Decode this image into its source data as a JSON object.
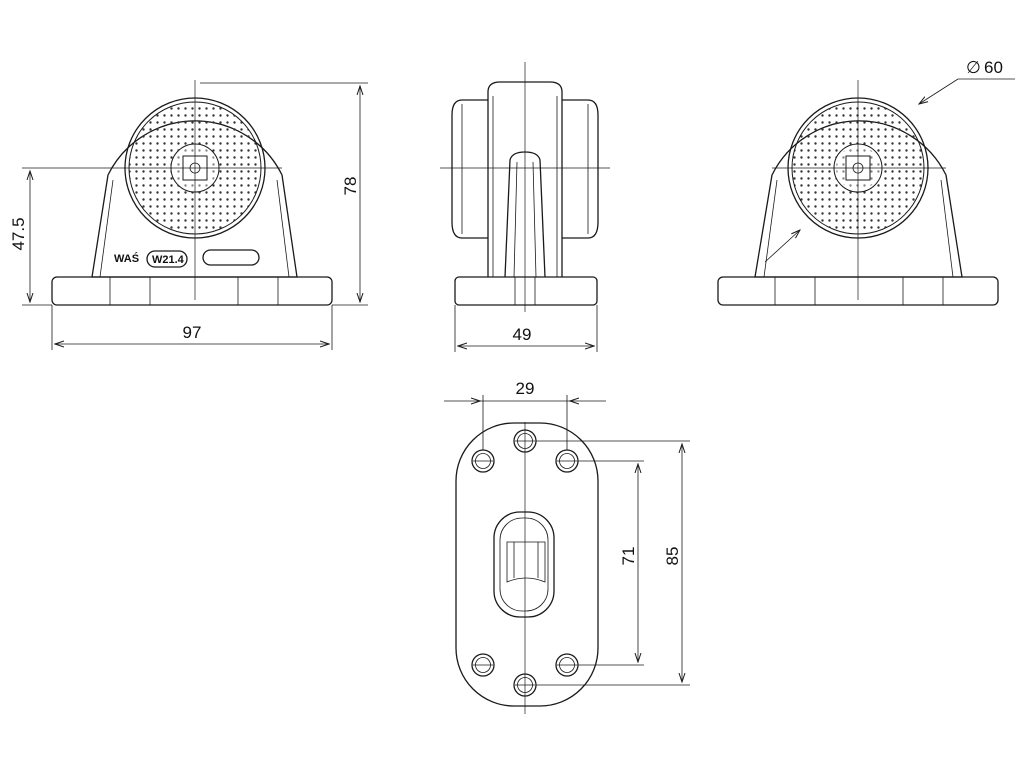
{
  "drawing": {
    "dimensions": {
      "width_front": "97",
      "height_total": "78",
      "axis_height": "47.5",
      "depth_side": "49",
      "lens_diameter": "60",
      "hole_spacing_x": "29",
      "hole_spacing_y": "71",
      "base_length": "85"
    },
    "labels": {
      "diameter_symbol": "∅",
      "brand": "WAŚ",
      "model": "W21.4"
    }
  }
}
